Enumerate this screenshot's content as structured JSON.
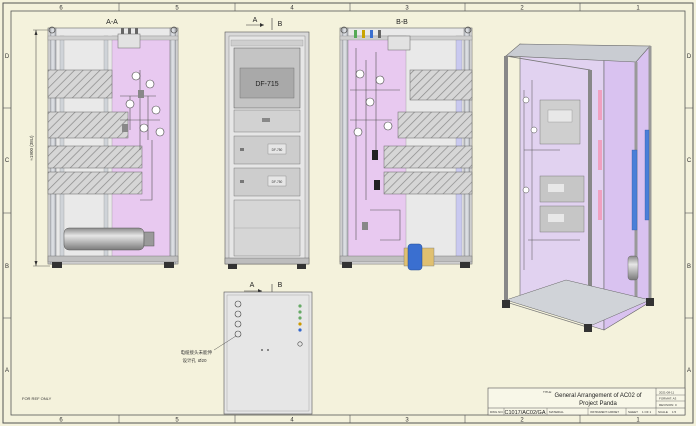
{
  "border": {
    "cols": [
      "6",
      "5",
      "4",
      "3",
      "2",
      "1"
    ],
    "rows": [
      "D",
      "C",
      "B",
      "A"
    ]
  },
  "views": {
    "section_aa": "A-A",
    "section_bb": "B-B",
    "front_arrow_a": "A",
    "front_arrow_b": "B",
    "bottom_arrow_a": "A",
    "bottom_arrow_b": "B"
  },
  "labels": {
    "height_dim": "≈1900 (38U)",
    "analyzer_display": "DF-715",
    "panel_label_1": "DF-750",
    "panel_label_2": "DF-750",
    "cable_note_line1": "电缆接头未能伸",
    "cable_note_line2": "Ø20",
    "cable_note_line2_prefix": "设计孔",
    "ref_note": "FOR REF ONLY"
  },
  "title_block": {
    "title_label": "TITLE:",
    "title_line1": "General Arrangement of AC02 of",
    "title_line2": "Project Panda",
    "date_value": "2021-08-11",
    "format_label": "FORMAT: A3",
    "revision_label": "REVISION: 0",
    "dwg_label": "DWG NO.",
    "dwg_value": "C1017/AC02/GA",
    "material_label": "MATERIAL",
    "cabinet_label": "INSTRUMENT CABINET",
    "sheet_label": "SHEET",
    "sheet_value": "1 OF 1",
    "scale_label": "SCALE",
    "scale_value": "1:5"
  }
}
